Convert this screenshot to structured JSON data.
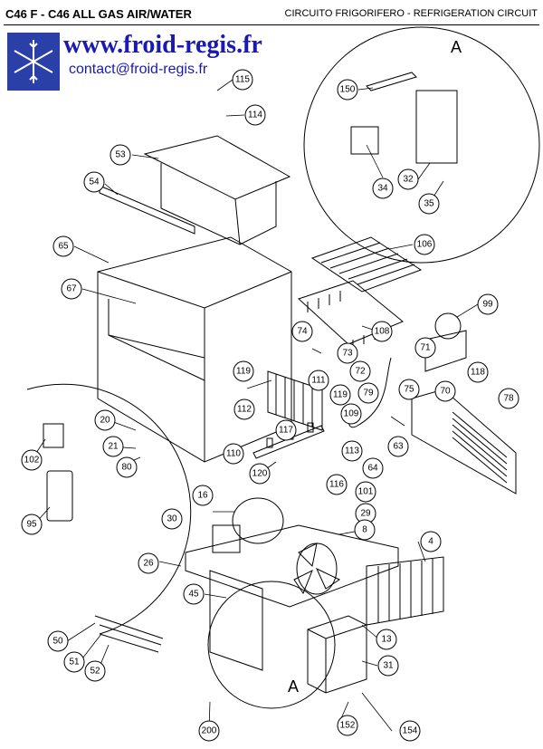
{
  "header": {
    "left_title": "C46 F - C46 ALL GAS AIR/WATER",
    "right_title": "CIRCUITO FRIGORIFERO - REFRIGERATION CIRCUIT"
  },
  "brand": {
    "website": "www.froid-regis.fr",
    "email": "contact@froid-regis.fr",
    "color": "#1a1ab0"
  },
  "detail_labels": {
    "top": "A",
    "bottom": "A"
  },
  "parts": [
    "115",
    "114",
    "150",
    "53",
    "54",
    "34",
    "32",
    "35",
    "106",
    "65",
    "67",
    "99",
    "74",
    "73",
    "108",
    "71",
    "72",
    "119",
    "111",
    "118",
    "119",
    "70",
    "79",
    "75",
    "78",
    "112",
    "109",
    "20",
    "117",
    "63",
    "102",
    "21",
    "110",
    "113",
    "64",
    "80",
    "116",
    "120",
    "101",
    "29",
    "95",
    "16",
    "30",
    "8",
    "26",
    "4",
    "45",
    "13",
    "50",
    "51",
    "31",
    "52",
    "200",
    "152",
    "154"
  ]
}
